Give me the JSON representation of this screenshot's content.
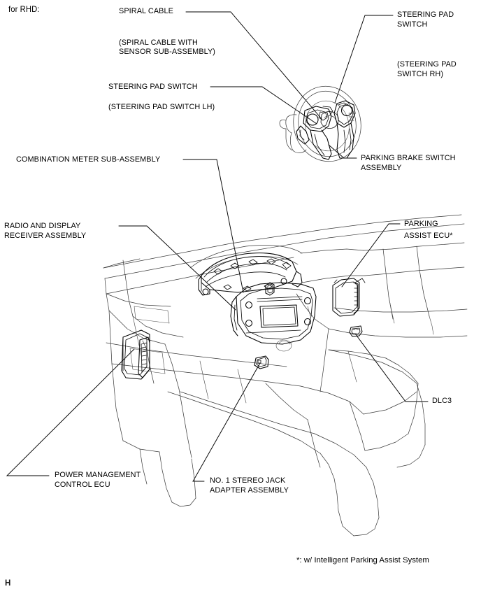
{
  "document": {
    "variant_note": "for RHD:",
    "corner_mark": "H",
    "footnote": "*: w/ Intelligent Parking Assist System"
  },
  "callouts": [
    {
      "id": "spiral-cable",
      "lines": [
        "SPIRAL CABLE"
      ],
      "sub_lines": [
        "(SPIRAL CABLE WITH",
        "SENSOR SUB-ASSEMBLY)"
      ]
    },
    {
      "id": "steering-pad-switch-rh",
      "lines": [
        "STEERING PAD",
        "SWITCH"
      ],
      "sub_lines": [
        "(STEERING PAD",
        "SWITCH RH)"
      ]
    },
    {
      "id": "steering-pad-switch-lh",
      "lines": [
        "STEERING PAD SWITCH"
      ],
      "sub_lines": [
        "(STEERING PAD SWITCH LH)"
      ]
    },
    {
      "id": "combination-meter-sub-assembly",
      "lines": [
        "COMBINATION METER SUB-ASSEMBLY"
      ],
      "sub_lines": []
    },
    {
      "id": "parking-brake-switch-assembly",
      "lines": [
        "PARKING BRAKE SWITCH",
        "ASSEMBLY"
      ],
      "sub_lines": []
    },
    {
      "id": "radio-and-display-receiver-assembly",
      "lines": [
        "RADIO AND DISPLAY",
        "RECEIVER ASSEMBLY"
      ],
      "sub_lines": []
    },
    {
      "id": "parking-assist-ecu",
      "lines": [
        "PARKING",
        "ASSIST ECU*"
      ],
      "sub_lines": []
    },
    {
      "id": "dlc3",
      "lines": [
        "DLC3"
      ],
      "sub_lines": []
    },
    {
      "id": "power-management-control-ecu",
      "lines": [
        "POWER MANAGEMENT",
        "CONTROL ECU"
      ],
      "sub_lines": []
    },
    {
      "id": "no1-stereo-jack-adapter-assembly",
      "lines": [
        "NO. 1 STEREO JACK",
        "ADAPTER ASSEMBLY"
      ],
      "sub_lines": []
    }
  ],
  "label_text": {
    "spiral_cable": "SPIRAL CABLE",
    "spiral_cable_sub_1": "(SPIRAL CABLE WITH",
    "spiral_cable_sub_2": "SENSOR SUB-ASSEMBLY)",
    "steering_pad_switch_rh_1": "STEERING PAD",
    "steering_pad_switch_rh_2": "SWITCH",
    "steering_pad_switch_rh_sub_1": "(STEERING PAD",
    "steering_pad_switch_rh_sub_2": "SWITCH RH)",
    "steering_pad_switch_lh": "STEERING PAD SWITCH",
    "steering_pad_switch_lh_sub": "(STEERING PAD SWITCH LH)",
    "combination_meter": "COMBINATION METER SUB-ASSEMBLY",
    "parking_brake_switch_1": "PARKING BRAKE SWITCH",
    "parking_brake_switch_2": "ASSEMBLY",
    "radio_display_1": "RADIO AND DISPLAY",
    "radio_display_2": "RECEIVER ASSEMBLY",
    "parking_assist_ecu_1": "PARKING",
    "parking_assist_ecu_2": "ASSIST ECU*",
    "dlc3": "DLC3",
    "power_mgmt_1": "POWER MANAGEMENT",
    "power_mgmt_2": "CONTROL ECU",
    "stereo_jack_1": "NO. 1 STEREO JACK",
    "stereo_jack_2": "ADAPTER ASSEMBLY"
  },
  "colors": {
    "ink": "#000000",
    "line_light": "#4a4a4a",
    "background": "#ffffff"
  }
}
